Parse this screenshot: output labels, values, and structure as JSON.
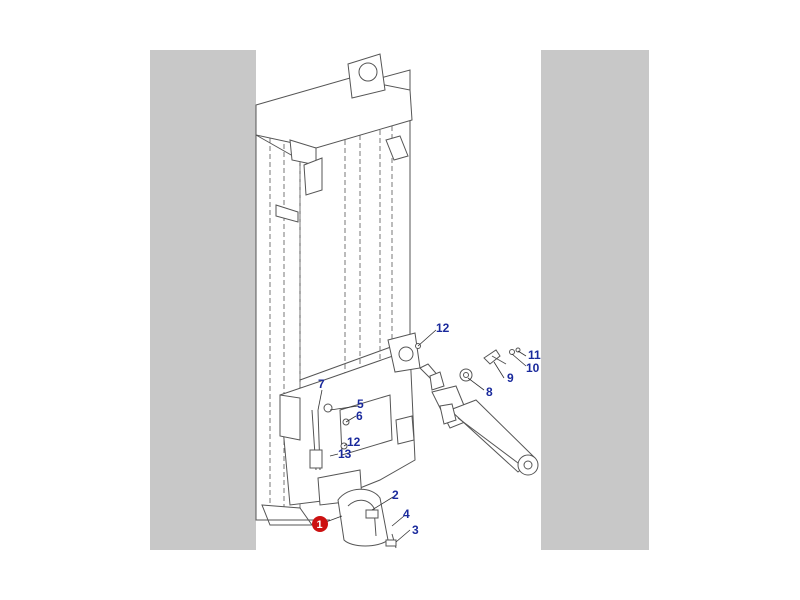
{
  "diagram": {
    "callouts": [
      {
        "id": "c1",
        "label": "1",
        "highlight": true
      },
      {
        "id": "c2",
        "label": "2"
      },
      {
        "id": "c3",
        "label": "3"
      },
      {
        "id": "c4",
        "label": "4"
      },
      {
        "id": "c5",
        "label": "5"
      },
      {
        "id": "c6",
        "label": "6"
      },
      {
        "id": "c7",
        "label": "7"
      },
      {
        "id": "c8",
        "label": "8"
      },
      {
        "id": "c9",
        "label": "9"
      },
      {
        "id": "c10",
        "label": "10"
      },
      {
        "id": "c11",
        "label": "11"
      },
      {
        "id": "c12a",
        "label": "12"
      },
      {
        "id": "c12b",
        "label": "12"
      },
      {
        "id": "c13",
        "label": "13"
      }
    ],
    "colors": {
      "callout_text": "#1a2a9c",
      "highlight": "#cc1111",
      "side_band": "#c8c8c8"
    }
  }
}
